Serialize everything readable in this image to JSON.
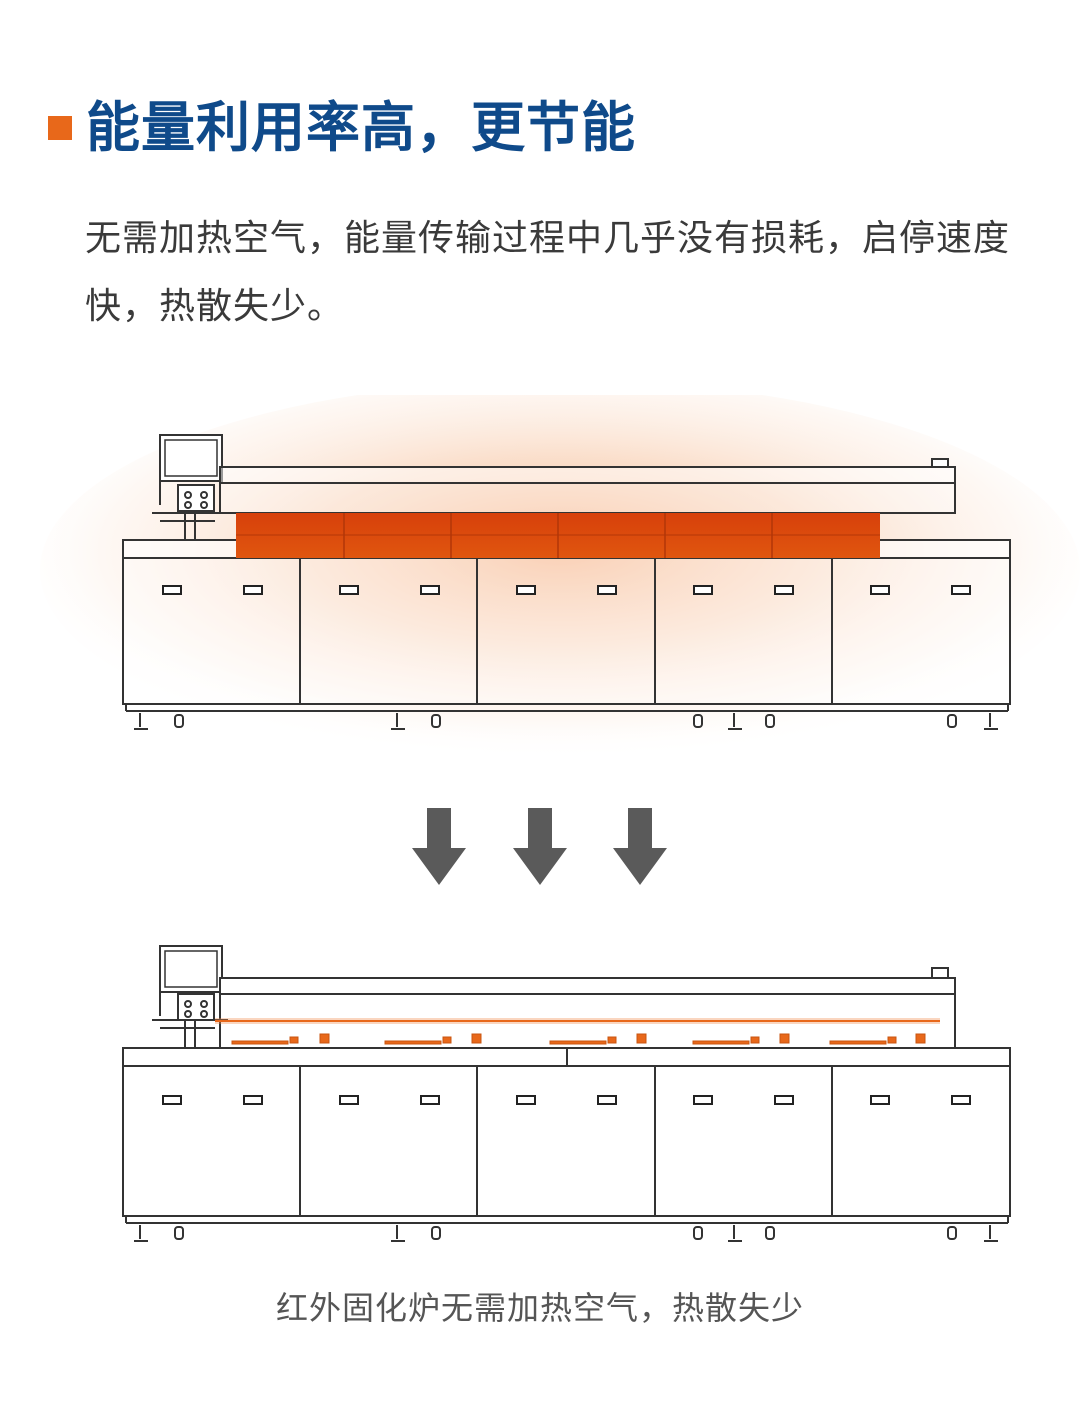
{
  "header": {
    "title": "能量利用率高，更节能",
    "description": "无需加热空气，能量传输过程中几乎没有损耗，启停速度快，热散失少。"
  },
  "figures": {
    "top": {
      "icon": "reflow-oven-with-hot-air-illustration"
    },
    "arrows": {
      "icon": "down-arrow-icon",
      "count": 3
    },
    "bottom": {
      "icon": "infrared-curing-oven-illustration"
    }
  },
  "caption": "红外固化炉无需加热空气，热散失少",
  "colors": {
    "accent": "#e8681a",
    "title": "#0f4a8a",
    "heat": "#d9450e",
    "arrow": "#5a5a5a",
    "outline": "#333333"
  }
}
